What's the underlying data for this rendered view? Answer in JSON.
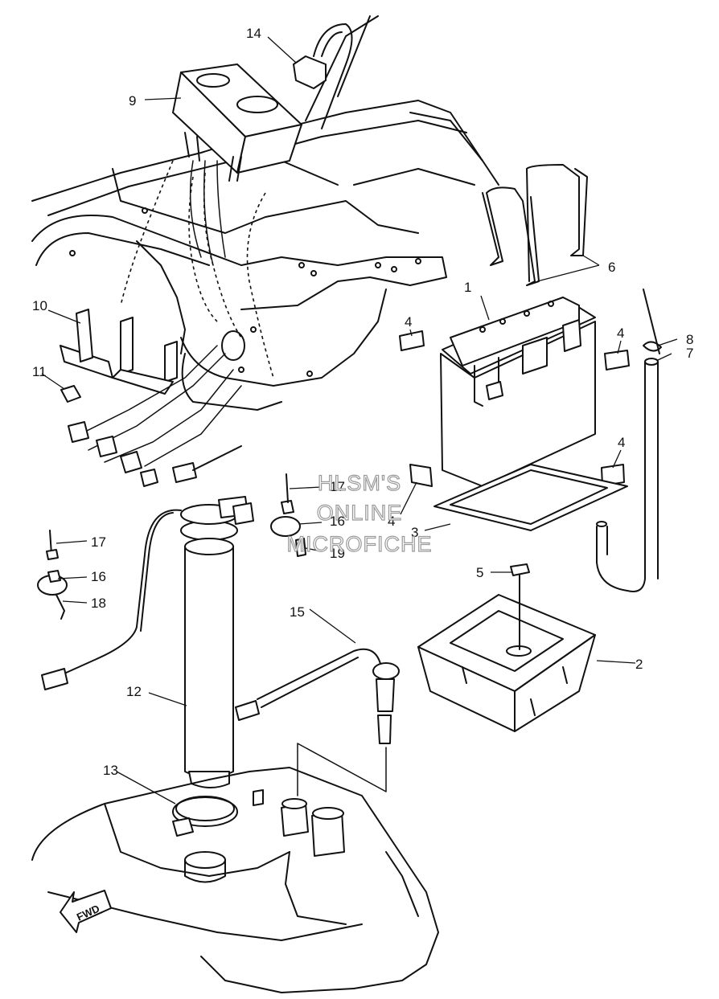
{
  "callouts": {
    "c1": "1",
    "c2": "2",
    "c3": "3",
    "c4a": "4",
    "c4b": "4",
    "c4c": "4",
    "c4d": "4",
    "c5": "5",
    "c6": "6",
    "c7": "7",
    "c8": "8",
    "c9": "9",
    "c10": "10",
    "c11": "11",
    "c12": "12",
    "c13": "13",
    "c14": "14",
    "c15": "15",
    "c16a": "16",
    "c16b": "16",
    "c17a": "17",
    "c17b": "17",
    "c18": "18",
    "c19": "19"
  },
  "watermark": {
    "line1": "HLSM'S",
    "line2": "ONLINE",
    "line3": "MICROFICHE"
  },
  "direction_arrow": {
    "label": "FWD",
    "icon": "fwd-arrow-icon"
  }
}
